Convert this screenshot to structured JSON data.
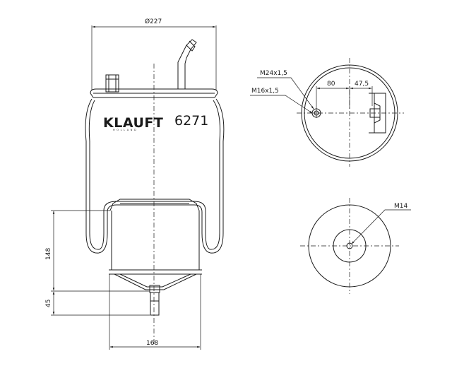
{
  "drawing": {
    "brand": "KLAUFT",
    "brand_subtitle": "HOLLAND",
    "part_number": "6271",
    "dimensions": {
      "top_diameter": "Ø227",
      "height_upper": "148",
      "height_lower": "45",
      "bottom_width": "168",
      "hole_spacing": "80",
      "bracket_offset": "47,5"
    },
    "threads": {
      "top_large": "M24x1,5",
      "top_small": "M16x1,5",
      "bottom": "M14"
    }
  }
}
